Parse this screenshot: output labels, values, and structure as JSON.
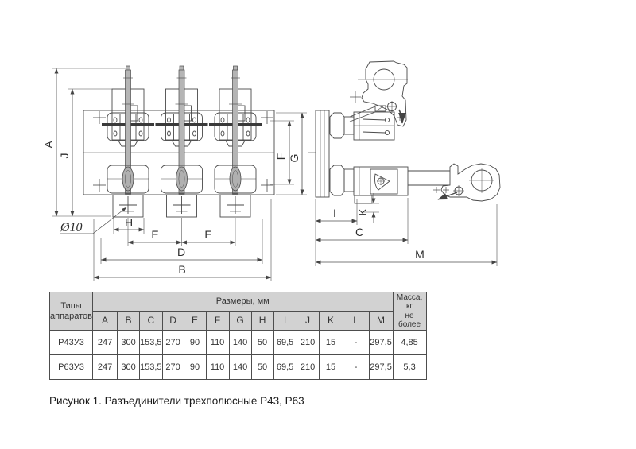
{
  "figure": {
    "caption": "Рисунок 1. Разъединители трехполюсные Р43, Р63",
    "dim_labels": {
      "a": "A",
      "j": "J",
      "h": "H",
      "e1": "E",
      "e2": "E",
      "d": "D",
      "b": "B",
      "f": "F",
      "g": "G",
      "i": "I",
      "k": "K",
      "c": "C",
      "m": "M",
      "dia": "Ø10"
    }
  },
  "table": {
    "header_types": "Типы аппаратов",
    "header_dims": "Размеры, мм",
    "header_mass_line1": "Масса, кг",
    "header_mass_line2": "не более",
    "dim_letters": [
      "A",
      "B",
      "C",
      "D",
      "E",
      "F",
      "G",
      "H",
      "I",
      "J",
      "K",
      "L",
      "M"
    ],
    "rows": [
      {
        "type": "Р43У3",
        "values": [
          "247",
          "300",
          "153,5",
          "270",
          "90",
          "110",
          "140",
          "50",
          "69,5",
          "210",
          "15",
          "-",
          "297,5"
        ],
        "mass": "4,85"
      },
      {
        "type": "Р63У3",
        "values": [
          "247",
          "300",
          "153,5",
          "270",
          "90",
          "110",
          "140",
          "50",
          "69,5",
          "210",
          "15",
          "-",
          "297,5"
        ],
        "mass": "5,3"
      }
    ]
  }
}
